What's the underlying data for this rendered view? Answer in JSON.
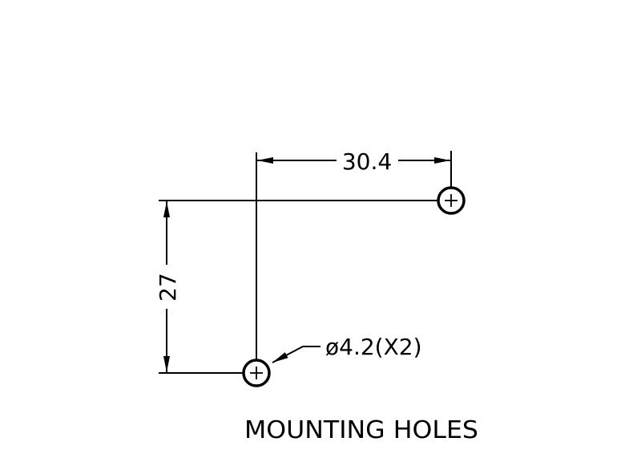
{
  "drawing": {
    "horizontal_dimension": "30.4",
    "vertical_dimension": "27",
    "hole_callout": "ø4.2(X2)",
    "title": "MOUNTING HOLES",
    "line_color": "#000000"
  }
}
